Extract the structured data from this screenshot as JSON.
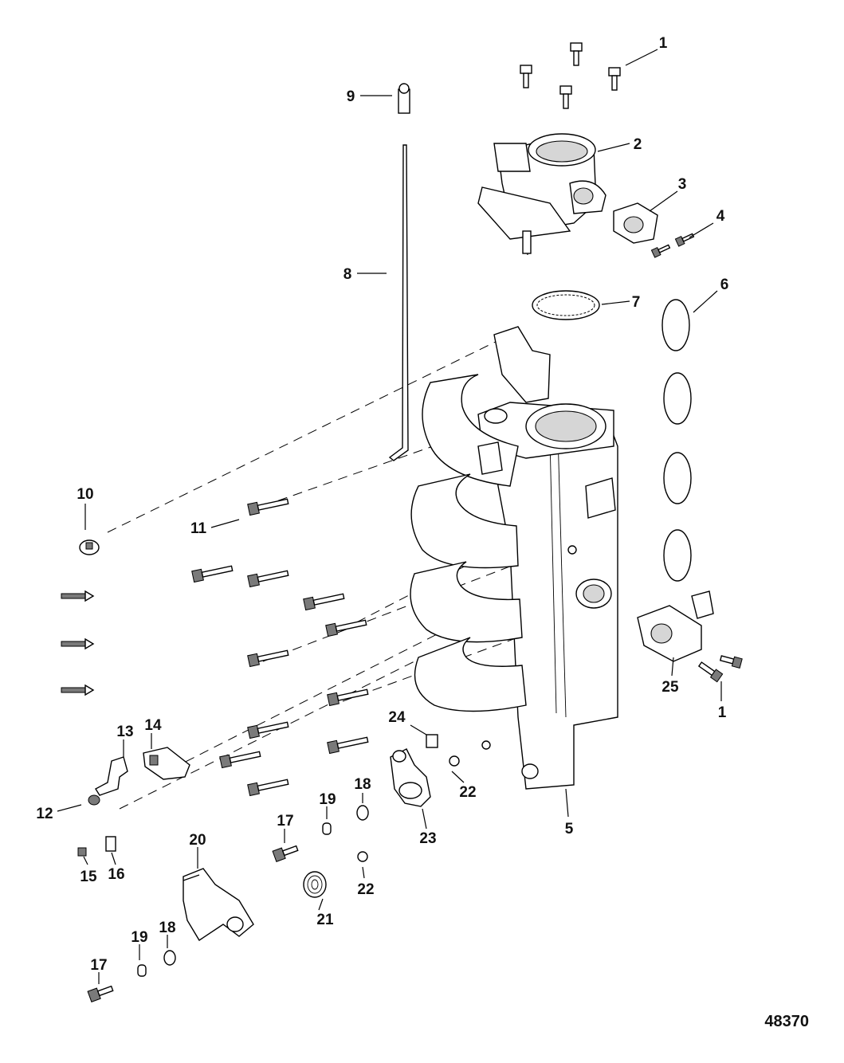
{
  "figure_number": "48370",
  "callouts": [
    {
      "id": "c1a",
      "text": "1"
    },
    {
      "id": "c2",
      "text": "2"
    },
    {
      "id": "c3",
      "text": "3"
    },
    {
      "id": "c4",
      "text": "4"
    },
    {
      "id": "c6",
      "text": "6"
    },
    {
      "id": "c7",
      "text": "7"
    },
    {
      "id": "c8",
      "text": "8"
    },
    {
      "id": "c9",
      "text": "9"
    },
    {
      "id": "c10",
      "text": "10"
    },
    {
      "id": "c11",
      "text": "11"
    },
    {
      "id": "c12",
      "text": "12"
    },
    {
      "id": "c13",
      "text": "13"
    },
    {
      "id": "c14",
      "text": "14"
    },
    {
      "id": "c15",
      "text": "15"
    },
    {
      "id": "c16",
      "text": "16"
    },
    {
      "id": "c17a",
      "text": "17"
    },
    {
      "id": "c17b",
      "text": "17"
    },
    {
      "id": "c18a",
      "text": "18"
    },
    {
      "id": "c18b",
      "text": "18"
    },
    {
      "id": "c19a",
      "text": "19"
    },
    {
      "id": "c19b",
      "text": "19"
    },
    {
      "id": "c20",
      "text": "20"
    },
    {
      "id": "c21",
      "text": "21"
    },
    {
      "id": "c22a",
      "text": "22"
    },
    {
      "id": "c22b",
      "text": "22"
    },
    {
      "id": "c23",
      "text": "23"
    },
    {
      "id": "c24",
      "text": "24"
    },
    {
      "id": "c25",
      "text": "25"
    },
    {
      "id": "c1b",
      "text": "1"
    },
    {
      "id": "c5",
      "text": "5"
    }
  ]
}
